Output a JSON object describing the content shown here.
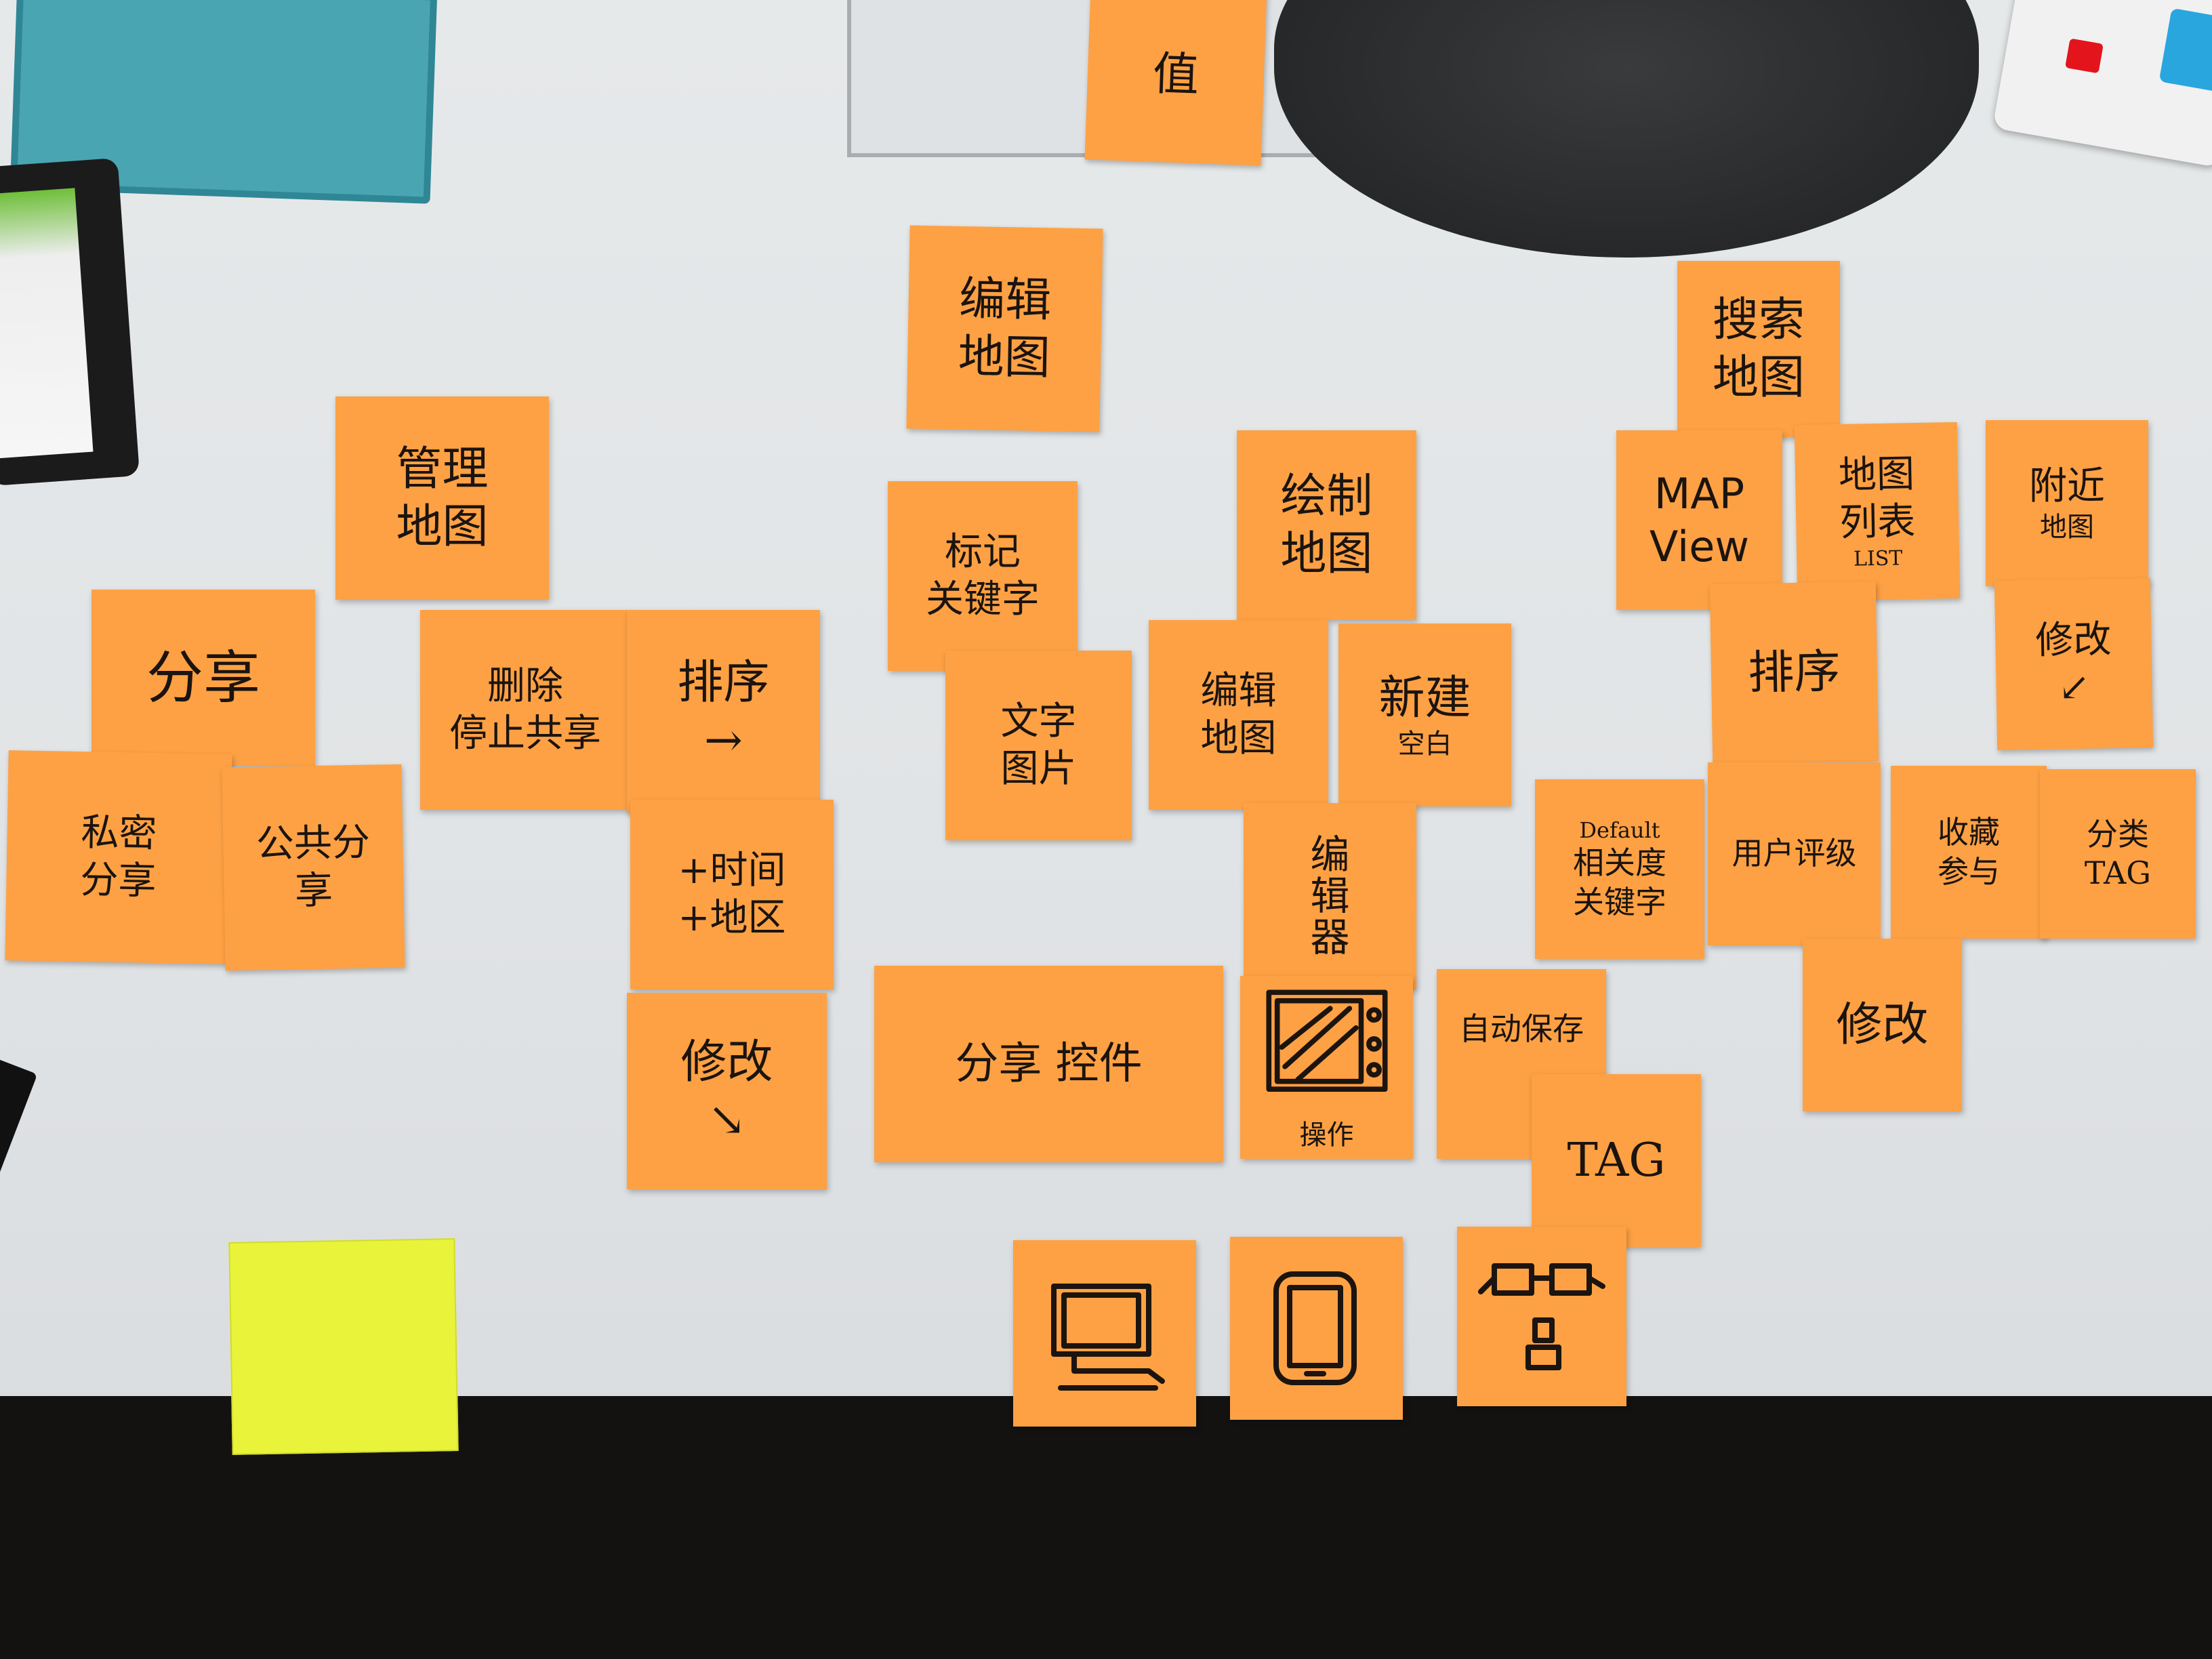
{
  "notes": {
    "n_top": {
      "lines": [
        "值"
      ]
    },
    "n_manage": {
      "lines": [
        "管理",
        "地图"
      ]
    },
    "n_edit_top": {
      "lines": [
        "编辑",
        "地图"
      ]
    },
    "n_search": {
      "lines": [
        "搜索",
        "地图"
      ]
    },
    "n_share": {
      "lines": [
        "分享"
      ]
    },
    "n_private": {
      "lines": [
        "私密",
        "分享"
      ]
    },
    "n_public": {
      "lines": [
        "公共分",
        "享"
      ]
    },
    "n_delete": {
      "lines": [
        "删除",
        "停止共享"
      ]
    },
    "n_sort_left": {
      "lines": [
        "排序",
        "→"
      ]
    },
    "n_time_area": {
      "lines": [
        "+时间",
        "+地区"
      ]
    },
    "n_modify_left": {
      "lines": [
        "修改",
        "↘"
      ]
    },
    "n_mark": {
      "lines": [
        "标记",
        "关键字"
      ]
    },
    "n_text_img": {
      "lines": [
        "文字",
        "图片"
      ]
    },
    "n_draw": {
      "lines": [
        "绘制",
        "地图"
      ]
    },
    "n_edit_mid": {
      "lines": [
        "编辑",
        "地图"
      ]
    },
    "n_new": {
      "lines": [
        "新建",
        "空白"
      ]
    },
    "n_editor": {
      "lines": [
        "编",
        "辑",
        "器"
      ]
    },
    "n_share_widget": {
      "lines": [
        "分享 控件"
      ]
    },
    "n_sketch_ops": {
      "lines": [
        "操作"
      ]
    },
    "n_autosave": {
      "lines": [
        "自动保存"
      ]
    },
    "n_tag": {
      "lines": [
        "TAG"
      ]
    },
    "n_mapview": {
      "lines": [
        "MAP",
        "View"
      ]
    },
    "n_maplist": {
      "lines": [
        "地图",
        "列表",
        "LIST"
      ]
    },
    "n_nearby": {
      "lines": [
        "附近",
        "地图"
      ]
    },
    "n_modify_r1": {
      "lines": [
        "修改",
        "↙"
      ]
    },
    "n_sort_right": {
      "lines": [
        "排序"
      ]
    },
    "n_relevance": {
      "lines": [
        "Default",
        "相关度",
        "关键字"
      ]
    },
    "n_rating": {
      "lines": [
        "用户评级"
      ]
    },
    "n_collect": {
      "lines": [
        "收藏",
        "参与"
      ]
    },
    "n_category": {
      "lines": [
        "分类",
        "TAG"
      ]
    },
    "n_modify_r2": {
      "lines": [
        "修改"
      ]
    }
  },
  "icons": {
    "desktop": "desktop-computer-icon",
    "tablet": "tablet-icon",
    "glasses": "smart-glasses-icon"
  },
  "colors": {
    "sticky_orange": "#fea144",
    "sticky_yellow": "#e8f33a",
    "ink": "#1c140f",
    "table": "#e3e6e8"
  }
}
